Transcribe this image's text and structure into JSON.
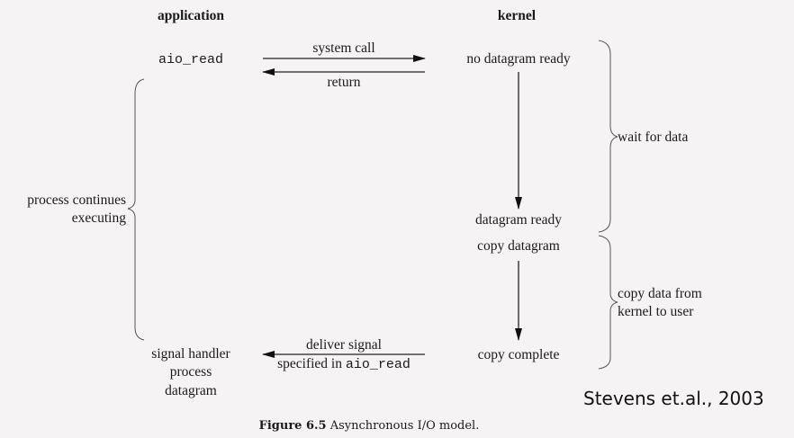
{
  "headers": {
    "application": "application",
    "kernel": "kernel"
  },
  "app": {
    "call": "aio_read",
    "handler": [
      "signal handler",
      "process",
      "datagram"
    ],
    "continues": [
      "process continues",
      "executing"
    ]
  },
  "arrows": {
    "system_call": "system call",
    "return": "return",
    "deliver_signal": "deliver signal",
    "specified_in": "specified in ",
    "specified_fn": "aio_read"
  },
  "kernel": {
    "no_datagram": "no datagram ready",
    "datagram_ready": "datagram ready",
    "copy_datagram": "copy datagram",
    "copy_complete": "copy complete"
  },
  "phases": {
    "wait": "wait for data",
    "copy": [
      "copy data from",
      "kernel to user"
    ]
  },
  "caption": {
    "label": "Figure 6.5",
    "text": " Asynchronous I/O model."
  },
  "citation": "Stevens et.al., 2003"
}
